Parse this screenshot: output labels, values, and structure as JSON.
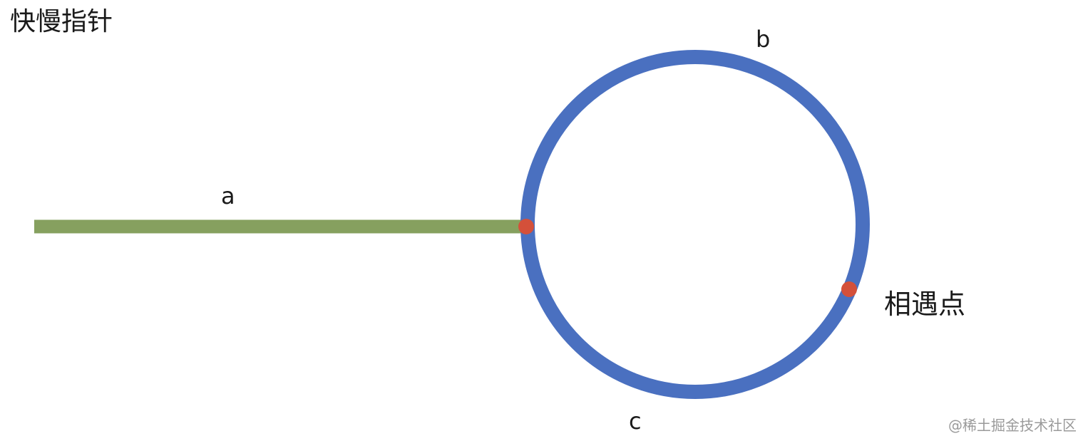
{
  "title": "快慢指针",
  "labels": {
    "a": "a",
    "b": "b",
    "c": "c",
    "meeting_point": "相遇点"
  },
  "watermark": "@稀土掘金技术社区",
  "colors": {
    "line": "#86a05f",
    "loop": "#4a70c0",
    "point": "#d4503a",
    "text": "#1a1a1a",
    "watermark": "#9a9a9a"
  }
}
